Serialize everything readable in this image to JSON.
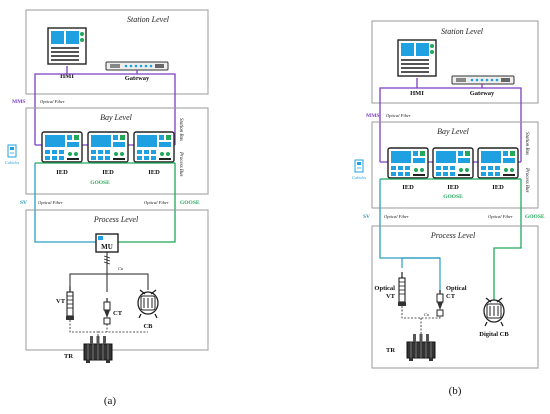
{
  "panel_a": {
    "station_level": "Station Level",
    "hmi": "HMI",
    "gateway": "Gateway",
    "mms": "MMS",
    "optical_fiber_mms": "Optical Fiber",
    "bay_level": "Bay Level",
    "station_bus": "Station Bus",
    "process_bus": "Process Bus",
    "cubicles": "Cubicles",
    "ied_1": "IED",
    "ied_2": "IED",
    "ied_3": "IED",
    "goose_bay": "GOOSE",
    "sv": "SV",
    "optical_fiber_sv": "Optical Fiber",
    "optical_fiber_goose": "Optical Fiber",
    "goose": "GOOSE",
    "process_level": "Process Level",
    "mu": "MU",
    "cu": "Cu",
    "vt": "VT",
    "ct": "CT",
    "cb": "CB",
    "tr": "TR",
    "caption": "(a)"
  },
  "panel_b": {
    "station_level": "Station Level",
    "hmi": "HMI",
    "gateway": "Gateway",
    "mms": "MMS",
    "optical_fiber_mms": "Optical Fiber",
    "bay_level": "Bay Level",
    "station_bus": "Station Bus",
    "process_bus": "Process Bus",
    "cubicles": "Cubicles",
    "ied_1": "IED",
    "ied_2": "IED",
    "ied_3": "IED",
    "goose_bay": "GOOSE",
    "sv": "SV",
    "optical_fiber_sv": "Optical Fiber",
    "optical_fiber_goose": "Optical Fiber",
    "goose": "GOOSE",
    "process_level": "Process Level",
    "optical_vt_1": "Optical",
    "optical_vt_2": "VT",
    "optical_ct_1": "Optical",
    "optical_ct_2": "CT",
    "cu": "Cu",
    "digital_cb": "Digital CB",
    "tr": "TR",
    "caption": "(b)"
  },
  "colors": {
    "mms": "#7b3fc4",
    "sv": "#2a9fc0",
    "goose": "#21a85a",
    "box_border": "#9a9a9a",
    "screen": "#1fa0e0"
  }
}
